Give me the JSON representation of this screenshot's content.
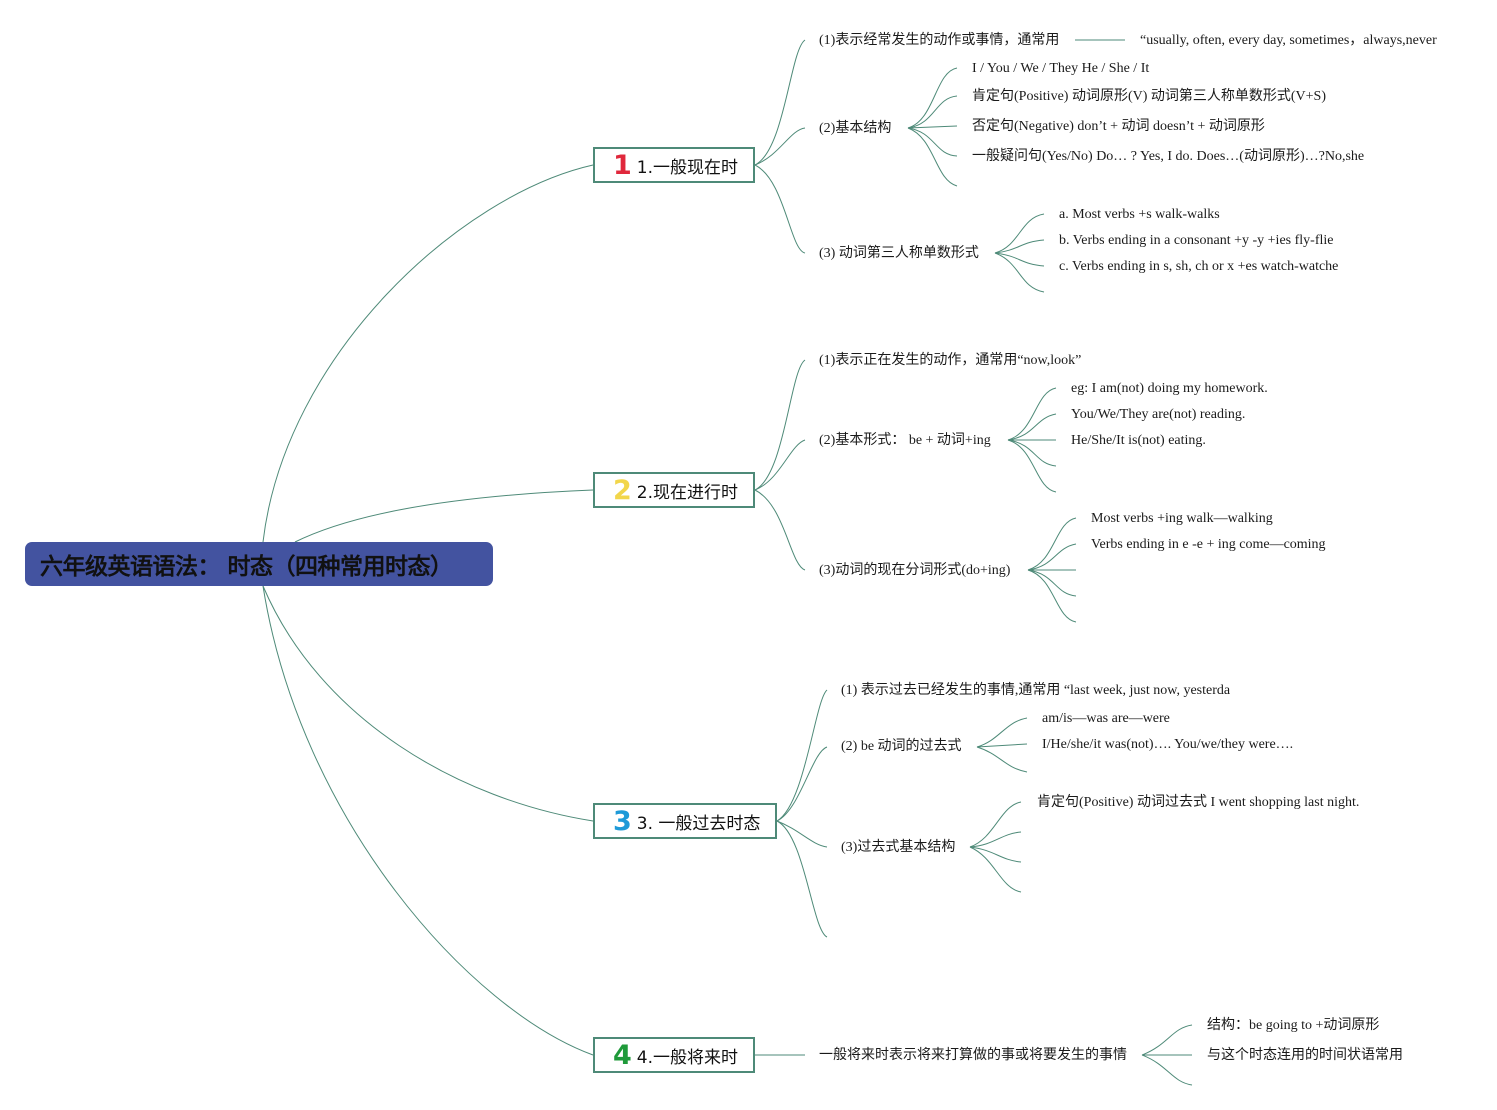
{
  "root": {
    "title": "六年级英语语法：  时态（四种常用时态）"
  },
  "colors": {
    "root_bg": "#4353a0",
    "line": "#4e8a78",
    "num1": "#e0283c",
    "num2": "#f2d64b",
    "num3": "#1e9ad8",
    "num4": "#1f9a3a"
  },
  "branches": [
    {
      "number": "1",
      "label": "1.一般现在时",
      "items": {
        "def": "(1)表示经常发生的动作或事情，通常用",
        "def_words": "“usually, often, every day, sometimes，always,never",
        "structure": "(2)基本结构",
        "structure_lines": [
          "I / You / We / They He / She / It",
          "肯定句(Positive) 动词原形(V) 动词第三人称单数形式(V+S)",
          "否定句(Negative) don’t + 动词 doesn’t + 动词原形",
          "一般疑问句(Yes/No) Do… ? Yes, I do. Does…(动词原形)…?No,she"
        ],
        "third": "(3) 动词第三人称单数形式",
        "third_lines": [
          "a. Most verbs +s walk-walks",
          "b. Verbs ending in a consonant +y -y +ies fly-flie",
          "c. Verbs ending in s, sh, ch or x +es watch-watche"
        ]
      }
    },
    {
      "number": "2",
      "label": "2.现在进行时",
      "items": {
        "def": "(1)表示正在发生的动作，通常用“now,look”",
        "form": "(2)基本形式：  be + 动词+ing",
        "form_lines": [
          "eg: I am(not) doing my homework.",
          "You/We/They are(not) reading.",
          "He/She/It is(not) eating."
        ],
        "participle": "(3)动词的现在分词形式(do+ing)",
        "participle_lines": [
          "Most verbs +ing walk—walking",
          "Verbs ending in e -e + ing come—coming"
        ]
      }
    },
    {
      "number": "3",
      "label": "3. 一般过去时态",
      "items": {
        "def": "(1) 表示过去已经发生的事情,通常用 “last week, just now, yesterda",
        "be": "(2) be 动词的过去式",
        "be_lines": [
          "am/is—was are—were",
          "I/He/she/it was(not)…. You/we/they were…."
        ],
        "structure": "(3)过去式基本结构",
        "structure_lines": [
          "肯定句(Positive) 动词过去式 I went shopping last night."
        ]
      }
    },
    {
      "number": "4",
      "label": "4.一般将来时",
      "items": {
        "def": "一般将来时表示将来打算做的事或将要发生的事情",
        "def_lines": [
          "结构：be going to +动词原形",
          "与这个时态连用的时间状语常用"
        ]
      }
    }
  ]
}
